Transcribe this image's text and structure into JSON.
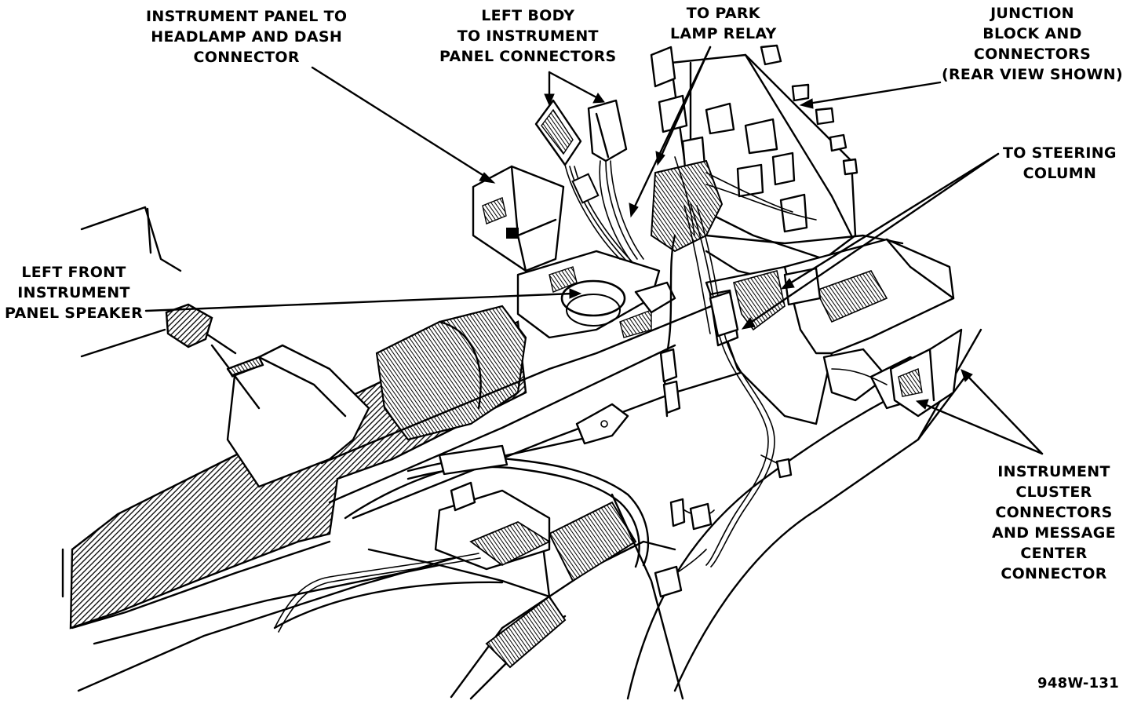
{
  "labels": {
    "headlamp_dash_connector": [
      "INSTRUMENT PANEL TO",
      "HEADLAMP AND DASH",
      "CONNECTOR"
    ],
    "left_body_connectors": [
      "LEFT BODY",
      "TO INSTRUMENT",
      "PANEL CONNECTORS"
    ],
    "park_lamp_relay": [
      "TO PARK",
      "LAMP RELAY"
    ],
    "junction_block": [
      "JUNCTION",
      "BLOCK AND",
      "CONNECTORS",
      "(REAR VIEW SHOWN)"
    ],
    "steering_column": [
      "TO STEERING",
      "COLUMN"
    ],
    "left_front_speaker": [
      "LEFT FRONT",
      "INSTRUMENT",
      "PANEL SPEAKER"
    ],
    "instrument_cluster_connectors": [
      "INSTRUMENT",
      "CLUSTER",
      "CONNECTORS",
      "AND MESSAGE",
      "CENTER",
      "CONNECTOR"
    ]
  },
  "figure_number": "948W-131",
  "colors": {
    "ink": "#000000",
    "paper": "#ffffff"
  }
}
